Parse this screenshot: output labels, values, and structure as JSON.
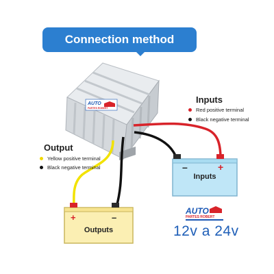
{
  "banner": {
    "title": "Connection method"
  },
  "inputs_legend": {
    "heading": "Inputs",
    "items": [
      {
        "label": "Red positive terminal",
        "color": "#d8232a"
      },
      {
        "label": "Black negative terminal",
        "color": "#111111"
      }
    ]
  },
  "output_legend": {
    "heading": "Output",
    "items": [
      {
        "label": "Yellow positive terminal",
        "color": "#f2d900"
      },
      {
        "label": "Black negative terminal",
        "color": "#111111"
      }
    ]
  },
  "input_box": {
    "label": "Inputs",
    "minus": "–",
    "plus": "+"
  },
  "output_box": {
    "label": "Outputs",
    "plus": "+",
    "minus": "–"
  },
  "brand": {
    "line1": "AUTO",
    "line2": "PARTES ROBERT"
  },
  "voltage": "12v a 24v",
  "colors": {
    "banner": "#2c7fd0",
    "input_box": "#bfe6f7",
    "output_box": "#fbefb3",
    "red_wire": "#d8232a",
    "yellow_wire": "#f2e200",
    "black_wire": "#111111"
  }
}
